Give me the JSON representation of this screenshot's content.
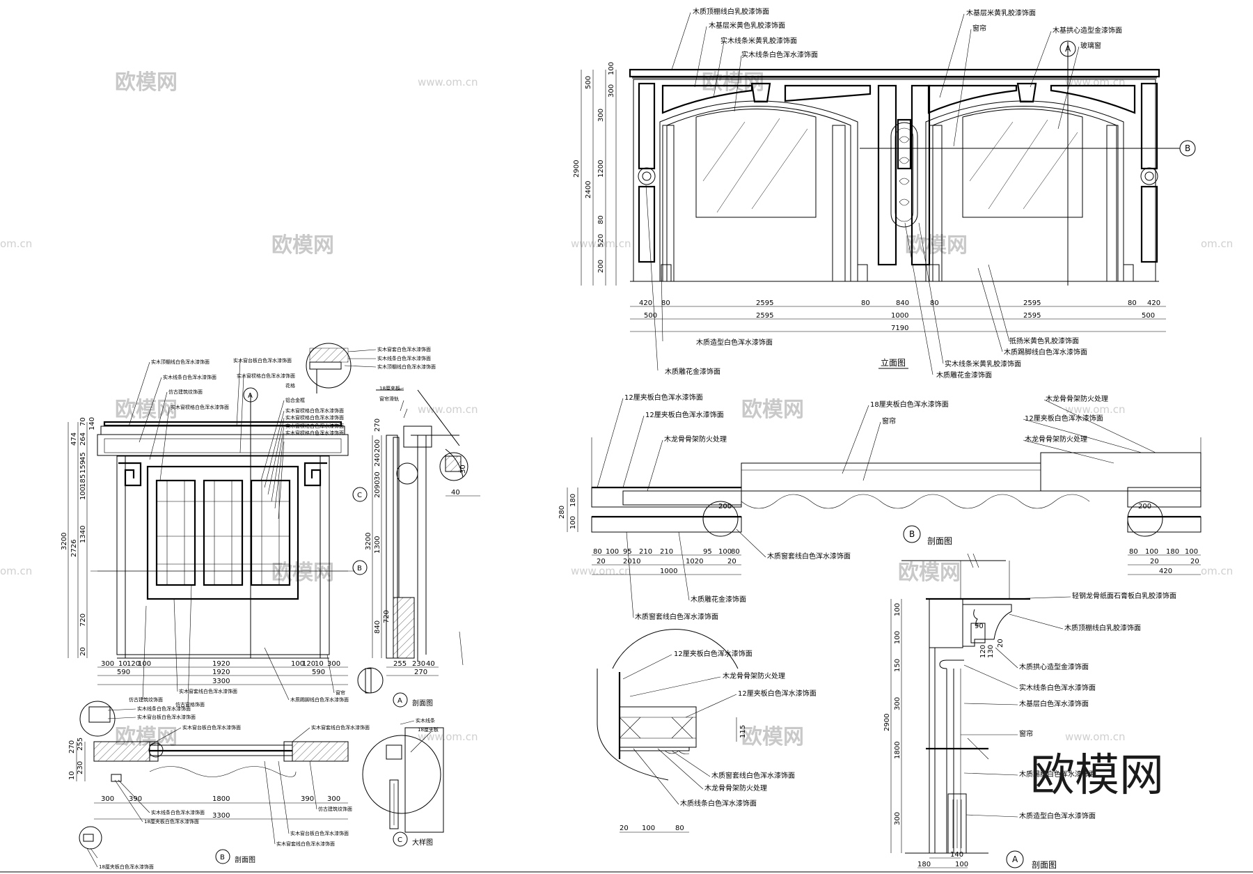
{
  "elevation": {
    "title": "立面图",
    "callouts": {
      "top_left": [
        "木质顶棚线白乳胶漆饰面",
        "木基层米黄色乳胶漆饰面",
        "实木线条米黄乳胶漆饰面",
        "实木线条白色浑水漆饰面"
      ],
      "top_right": [
        "木基层米黄乳胶漆饰面",
        "窗帘",
        "木基拱心造型金漆饰面",
        "玻璃窗"
      ],
      "bottom_left": [
        "木质造型白色浑水漆饰面",
        "木质雕花金漆饰面"
      ],
      "bottom_right": [
        "抵扬米黄色乳胶漆饰面",
        "木质踢脚线白色浑水漆饰面",
        "实木线条米黄乳胶漆饰面",
        "木质雕花金漆饰面"
      ]
    },
    "section_marks": [
      "A",
      "B"
    ],
    "dims_row1": [
      "420",
      "80",
      "2595",
      "80",
      "840",
      "80",
      "2595",
      "80",
      "420"
    ],
    "dims_row2": [
      "500",
      "2595",
      "1000",
      "2595",
      "500"
    ],
    "dims_total": "7190",
    "dims_left_outer": [
      "500",
      "2400"
    ],
    "dims_left_mid": [
      "300",
      "1200",
      "80",
      "520",
      "200"
    ],
    "dims_left_inner": [
      "100",
      "300"
    ],
    "dims_height": "2900"
  },
  "section_b": {
    "title": "剖面图",
    "mark": "B",
    "callouts_left": [
      "12厘夹板白色浑水漆饰面",
      "12厘夹板白色浑水漆饰面",
      "木龙骨骨架防火处理"
    ],
    "callouts_center": [
      "18厘夹板白色浑水漆饰面",
      "窗帘"
    ],
    "callouts_right": [
      "木龙骨骨架防火处理",
      "12厘夹板白色浑水漆饰面",
      "木龙骨骨架防火处理"
    ],
    "callouts_bottom": [
      "木质窗套线白色浑水漆饰面",
      "木质雕花金漆饰面",
      "木质窗套线白色浑水漆饰面"
    ],
    "dims_left_vert": [
      "280",
      "180",
      "100"
    ],
    "dims_bottom": [
      "80",
      "100",
      "95",
      "210",
      "210",
      "95",
      "100",
      "80"
    ],
    "dims_bottom2": [
      "20",
      "2010",
      "1020",
      "20"
    ],
    "dims_bottom_total": "1000",
    "dims_right": [
      "80",
      "100",
      "180",
      "100"
    ],
    "dims_right2": [
      "20",
      "20"
    ],
    "dims_right_total": "420",
    "dim_200_a": "200",
    "dim_200_b": "200"
  },
  "detail": {
    "callouts": [
      "12厘夹板白色浑水漆饰面",
      "木龙骨骨架防火处理",
      "12厘夹板白色浑水漆饰面",
      "木质窗套线白色浑水漆饰面",
      "木龙骨骨架防火处理",
      "木质线条白色浑水漆饰面"
    ],
    "dim_vert": "115",
    "dims_bottom": [
      "20",
      "100",
      "80"
    ]
  },
  "section_a": {
    "title": "剖面图",
    "mark": "A",
    "callouts": [
      "轻钢龙骨纸面石膏板白乳胶漆饰面",
      "木质顶棚线白乳胶漆饰面",
      "木质拱心造型金漆饰面",
      "实木线条白色浑水漆饰面",
      "木基层白色浑水漆饰面",
      "窗帘",
      "木质踢脚白色浑水漆饰面",
      "木质造型白色浑水漆饰面"
    ],
    "dims_vert": [
      "100",
      "100",
      "150",
      "300",
      "1800",
      "300"
    ],
    "dims_vert_total": "2900",
    "dims_small": [
      "90",
      "20",
      "130",
      "120"
    ],
    "dims_bottom": [
      "140",
      "180",
      "100"
    ]
  },
  "left_elevation": {
    "callouts_top": [
      "实木顶棚线白色浑水漆饰面",
      "实木线条白色浑水漆饰面",
      "仿古建筑纹饰面",
      "实木窗棂格白色浑水漆饰面"
    ],
    "callouts_top_mid": [
      "实木窗台板白色浑水漆饰面",
      "实木窗棂格白色浑水漆饰面",
      "花格",
      "铝合金框",
      "实木窗棂格白色浑水漆饰面",
      "实木窗棂格白色浑水漆饰面",
      "实木窗棂格白色浑水漆饰面",
      "实木窗棂格白色浑水漆饰面"
    ],
    "callouts_right": [
      "实木窗套白色浑水漆饰面",
      "实木线条白色浑水漆饰面",
      "实木顶棚线白色浑水漆饰面",
      "18厘夹板",
      "窗帘滑轨"
    ],
    "callouts_bottom": [
      "仿古建筑纹饰面",
      "实木窗套线白色浑水漆饰面",
      "仿古窗格饰面",
      "木质踢脚线白色浑水漆饰面",
      "窗帘"
    ],
    "section_marks": [
      "A",
      "B",
      "C"
    ],
    "dims_left_total": "3200",
    "dims_left2": [
      "2726",
      "474"
    ],
    "dims_left3": [
      "1340",
      "720",
      "20"
    ],
    "dims_left_small": [
      "264",
      "70",
      "140",
      "45",
      "159",
      "185",
      "100"
    ],
    "dims_bottom1": [
      "300",
      "10",
      "120",
      "100",
      "1920",
      "100",
      "120",
      "10",
      "300"
    ],
    "dims_bottom2": [
      "590",
      "1920",
      "590"
    ],
    "dims_bottom_total": "3300",
    "side_dims": [
      "3200",
      "2090",
      "1300",
      "840",
      "720"
    ],
    "side_dims_small": [
      "270",
      "200",
      "240",
      "30"
    ],
    "side_dims_bottom": [
      "255",
      "230",
      "40",
      "270"
    ],
    "side_detail_dims": [
      "30",
      "40"
    ],
    "section_title": "剖面图",
    "detail_title": "大样图"
  },
  "left_plan": {
    "callouts_top": [
      "实木线条白色浑水漆饰面",
      "实木窗台板白色浑水漆饰面",
      "实木窗台板白色浑水漆饰面",
      "实木窗套线白色浑水漆饰面"
    ],
    "callouts_bottom": [
      "实木线条白色浑水漆饰面",
      "18厘夹板白色浑水漆饰面",
      "仿古建筑纹饰面",
      "实木窗台板白色浑水漆饰面",
      "实木窗套线白色浑水漆饰面",
      "18厘夹板白色浑水漆饰面"
    ],
    "dims_left": [
      "270",
      "255",
      "230",
      "10"
    ],
    "dims_bottom": [
      "300",
      "390",
      "1800",
      "390",
      "300"
    ],
    "dims_total": "3300",
    "mark": "B",
    "title": "剖面图"
  },
  "detail_c": {
    "callouts": [
      "实木线条",
      "18厘夹板"
    ],
    "mark": "C",
    "title": "大样图"
  },
  "watermarks": [
    "欧模网",
    "www.om.cn",
    "om.cn"
  ],
  "logo": "欧模网"
}
